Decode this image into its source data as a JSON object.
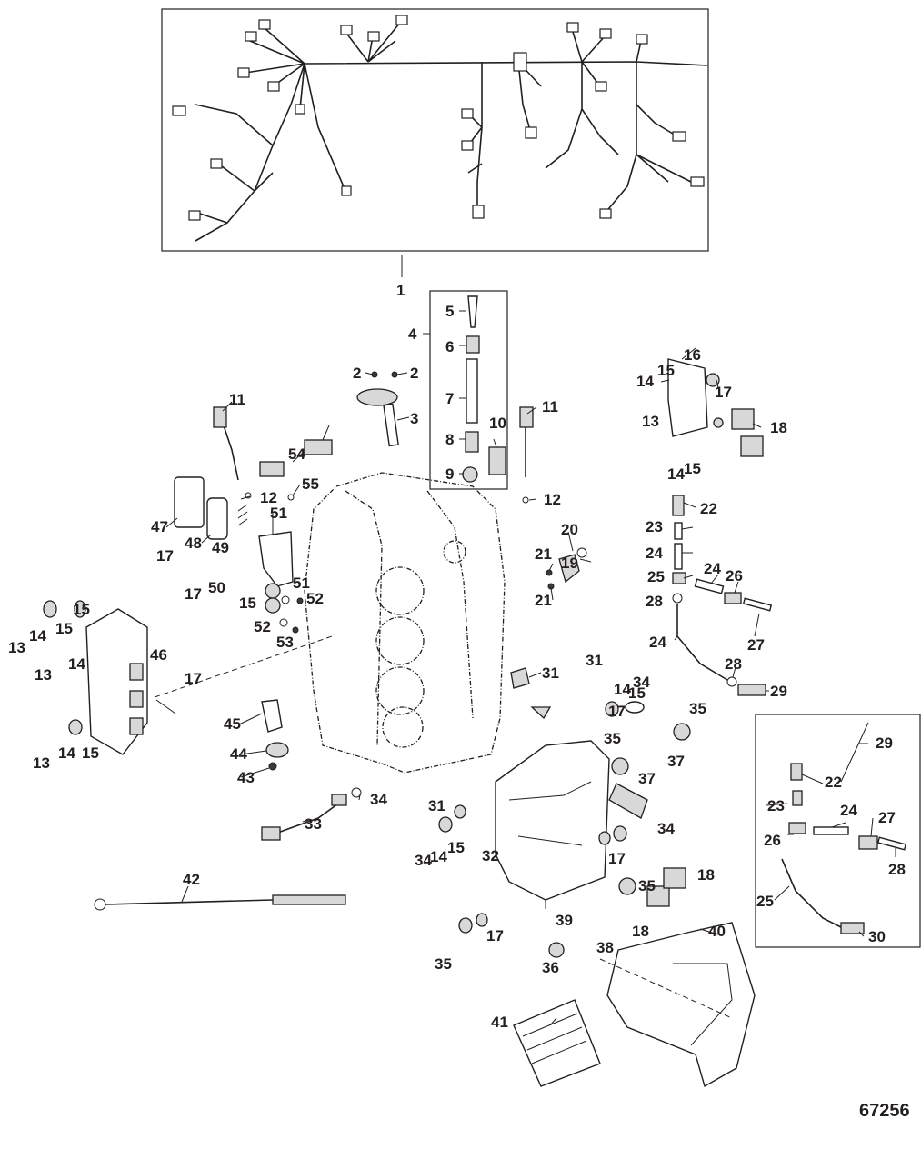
{
  "figure_number": "67256",
  "callouts": [
    "1",
    "2",
    "2",
    "3",
    "4",
    "5",
    "6",
    "7",
    "8",
    "9",
    "10",
    "11",
    "11",
    "12",
    "12",
    "13",
    "13",
    "13",
    "13",
    "14",
    "14",
    "14",
    "14",
    "14",
    "14",
    "14",
    "15",
    "15",
    "15",
    "15",
    "15",
    "15",
    "15",
    "15",
    "16",
    "17",
    "17",
    "17",
    "17",
    "17",
    "17",
    "17",
    "18",
    "18",
    "18",
    "19",
    "20",
    "21",
    "21",
    "22",
    "22",
    "23",
    "23",
    "24",
    "24",
    "24",
    "24",
    "25",
    "25",
    "26",
    "26",
    "27",
    "27",
    "28",
    "28",
    "28",
    "29",
    "29",
    "30",
    "31",
    "31",
    "31",
    "32",
    "33",
    "34",
    "34",
    "34",
    "34",
    "35",
    "35",
    "35",
    "35",
    "36",
    "37",
    "37",
    "38",
    "39",
    "40",
    "41",
    "42",
    "43",
    "44",
    "45",
    "46",
    "47",
    "48",
    "49",
    "50",
    "51",
    "51",
    "52",
    "52",
    "53",
    "54",
    "55"
  ],
  "colors": {
    "line": "#231f20",
    "background": "#ffffff",
    "shade": "#d8d8d8"
  }
}
